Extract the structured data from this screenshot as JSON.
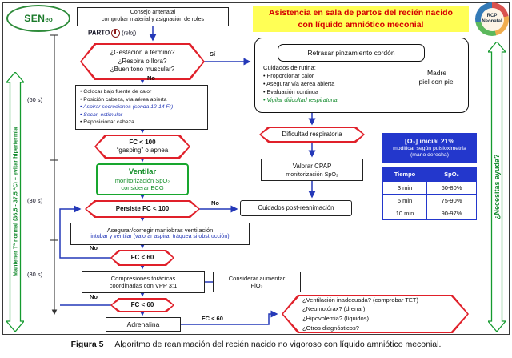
{
  "colors": {
    "decision_red": "#e0202a",
    "connector_blue": "#2438b8",
    "green": "#149a2e",
    "banner_yellow": "#ffff55",
    "banner_red": "#d40000",
    "oxygen_blue": "#2337cc"
  },
  "header": {
    "seneo": {
      "sen": "SEN",
      "eo": "eo"
    },
    "rcp": {
      "line1": "RCP",
      "line2": "Neonatal"
    },
    "antenatal": {
      "line1": "Consejo antenatal",
      "line2": "comprobar material y asignación de roles"
    },
    "title": {
      "line1": "Asistencia en sala de partos del recién nacido",
      "line2": "con líquido amniótico meconial"
    }
  },
  "side": {
    "left": "Mantener Tª normal (36,5 - 37,5 ºC) – evitar hipertermia",
    "right": "¿Necesitas ayuda?"
  },
  "timeline": {
    "start": "PARTO",
    "start_note": "(reloj)",
    "t60": "(60 s)",
    "t30a": "(30 s)",
    "t30b": "(30 s)"
  },
  "labels": {
    "yes": "Sí",
    "no": "No",
    "fc60": "FC < 60"
  },
  "nodes": {
    "q_initial": {
      "l1": "¿Gestación a término?",
      "l2": "¿Respira o llora?",
      "l3": "¿Buen tono muscular?"
    },
    "delay_clamp": "Retrasar pinzamiento cordón",
    "routine": {
      "title": "Cuidados de rutina:",
      "items": [
        "Proporcionar calor",
        "Asegurar vía aérea abierta",
        "Evaluación continua",
        "Vigilar dificultad respiratoria"
      ]
    },
    "mother": {
      "l1": "Madre",
      "l2": "piel con piel"
    },
    "initial_care": {
      "items": [
        "Colocar bajo fuente de calor",
        "Posición cabeza, vía aérea abierta",
        "Aspirar secreciones (sonda 12-14 Fr)",
        "Secar, estimular",
        "Reposicionar cabeza"
      ]
    },
    "q_fc100": {
      "l1": "FC < 100",
      "l2": "“gasping” o apnea"
    },
    "ventilate": {
      "l1": "Ventilar",
      "l2": "monitorización SpO₂",
      "l3": "considerar ECG"
    },
    "q_persist": "Persiste FC < 100",
    "post_care": "Cuidados post-reanimación",
    "ensure": {
      "l1": "Asegurar/corregir maniobras ventilación",
      "l2": "intubar y ventilar (valorar aspirar tráquea si obstrucción)"
    },
    "q_fc60a": "FC < 60",
    "compressions": {
      "l1": "Compresiones torácicas",
      "l2": "coordinadas con VPP 3:1"
    },
    "fio2": {
      "l1": "Considerar aumentar",
      "l2": "FiO₂"
    },
    "q_fc60b": "FC < 60",
    "adrenaline": "Adrenalina",
    "final": {
      "l1": "¿Ventilación inadecuada? (comprobar TET)",
      "l2": "¿Neumotórax? (drenar)",
      "l3": "¿Hipovolemia? (líquidos)",
      "l4": "¿Otros diagnósticos?"
    },
    "resp_difficulty": "Dificultad respiratoria",
    "cpap": {
      "l1": "Valorar CPAP",
      "l2": "monitorización SpO₂"
    }
  },
  "oxygen": {
    "o2": {
      "l1": "[O₂] inicial 21%",
      "l2": "modificar según pulsioximetría",
      "l3": "(mano derecha)"
    },
    "table": {
      "h1": "Tiempo",
      "h2": "SpO₂",
      "r1c1": "3 min",
      "r1c2": "60-80%",
      "r2c1": "5 min",
      "r2c2": "75-90%",
      "r3c1": "10 min",
      "r3c2": "90-97%"
    }
  },
  "caption": {
    "label": "Figura 5",
    "text": "Algoritmo de reanimación del recién nacido no vigoroso con líquido amniótico meconial."
  }
}
